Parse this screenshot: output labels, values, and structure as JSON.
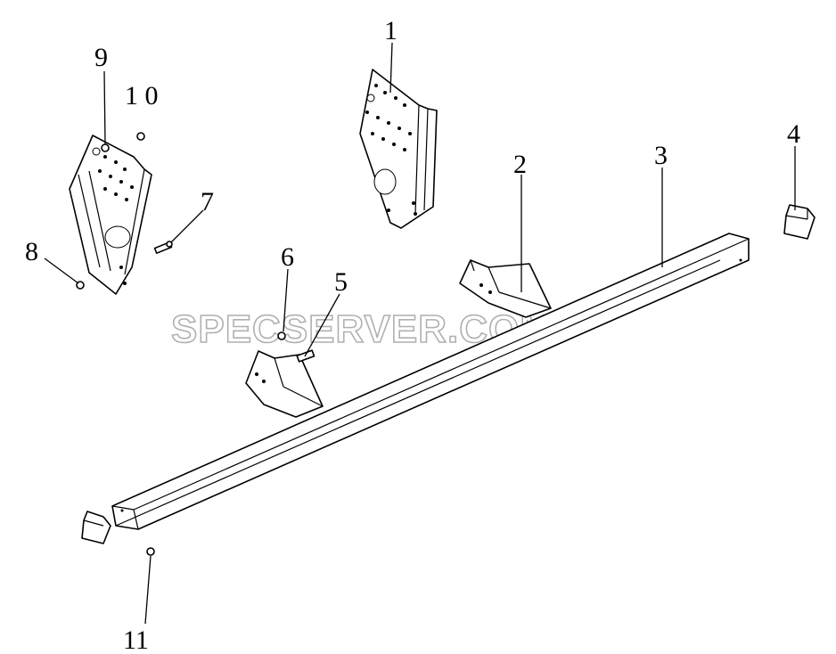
{
  "callouts": {
    "c1": "1",
    "c2": "2",
    "c3": "3",
    "c4": "4",
    "c5": "5",
    "c6": "6",
    "c7": "7",
    "c8": "8",
    "c9": "9",
    "c10": "1 0",
    "c11": "11"
  },
  "watermark": "SPECSERVER.COM"
}
